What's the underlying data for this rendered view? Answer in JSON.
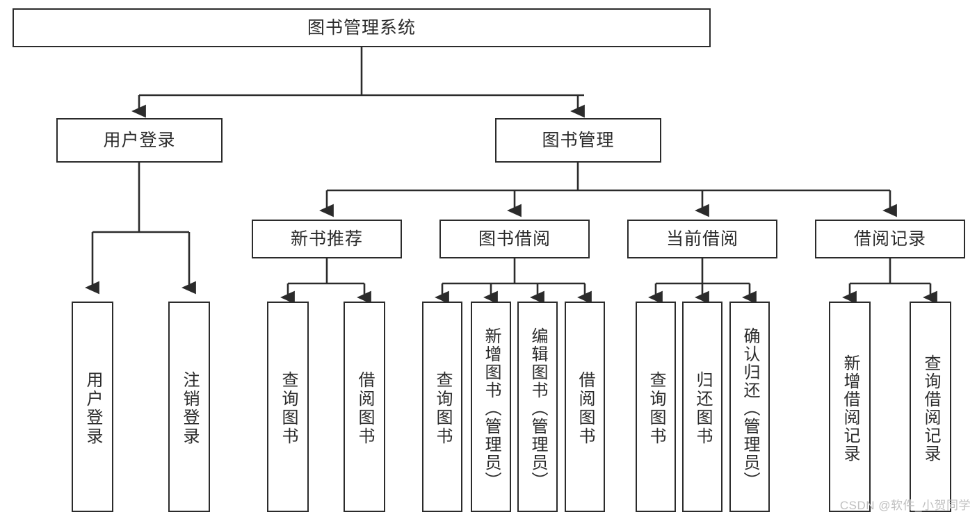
{
  "diagram": {
    "type": "tree-hierarchy",
    "title": "图书管理系统",
    "watermark": "CSDN @软件_小贺同学",
    "colors": {
      "stroke": "#2b2b2b",
      "fill": "#ffffff",
      "text": "#2b2b2b",
      "watermark": "#c0c0c0"
    },
    "nodes": {
      "root": {
        "label": "图书管理系统"
      },
      "level1": [
        {
          "label": "用户登录"
        },
        {
          "label": "图书管理"
        }
      ],
      "level2": [
        {
          "label": "新书推荐"
        },
        {
          "label": "图书借阅"
        },
        {
          "label": "当前借阅"
        },
        {
          "label": "借阅记录"
        }
      ],
      "leaves_user_login": [
        {
          "label": "用户登录"
        },
        {
          "label": "注销登录"
        }
      ],
      "leaves_new_books": [
        {
          "label": "查询图书"
        },
        {
          "label": "借阅图书"
        }
      ],
      "leaves_book_borrow": [
        {
          "label": "查询图书"
        },
        {
          "label": "新增图书（管理员）"
        },
        {
          "label": "编辑图书（管理员）"
        },
        {
          "label": "借阅图书"
        }
      ],
      "leaves_current_borrow": [
        {
          "label": "查询图书"
        },
        {
          "label": "归还图书"
        },
        {
          "label": "确认归还（管理员）"
        }
      ],
      "leaves_borrow_records": [
        {
          "label": "新增借阅记录"
        },
        {
          "label": "查询借阅记录"
        }
      ]
    },
    "edges": [
      {
        "from": "图书管理系统",
        "to": "用户登录"
      },
      {
        "from": "图书管理系统",
        "to": "图书管理"
      },
      {
        "from": "用户登录",
        "to": "用户登录"
      },
      {
        "from": "用户登录",
        "to": "注销登录"
      },
      {
        "from": "图书管理",
        "to": "新书推荐"
      },
      {
        "from": "图书管理",
        "to": "图书借阅"
      },
      {
        "from": "图书管理",
        "to": "当前借阅"
      },
      {
        "from": "图书管理",
        "to": "借阅记录"
      },
      {
        "from": "新书推荐",
        "to": "查询图书"
      },
      {
        "from": "新书推荐",
        "to": "借阅图书"
      },
      {
        "from": "图书借阅",
        "to": "查询图书"
      },
      {
        "from": "图书借阅",
        "to": "新增图书（管理员）"
      },
      {
        "from": "图书借阅",
        "to": "编辑图书（管理员）"
      },
      {
        "from": "图书借阅",
        "to": "借阅图书"
      },
      {
        "from": "当前借阅",
        "to": "查询图书"
      },
      {
        "from": "当前借阅",
        "to": "归还图书"
      },
      {
        "from": "当前借阅",
        "to": "确认归还（管理员）"
      },
      {
        "from": "借阅记录",
        "to": "新增借阅记录"
      },
      {
        "from": "借阅记录",
        "to": "查询借阅记录"
      }
    ]
  }
}
